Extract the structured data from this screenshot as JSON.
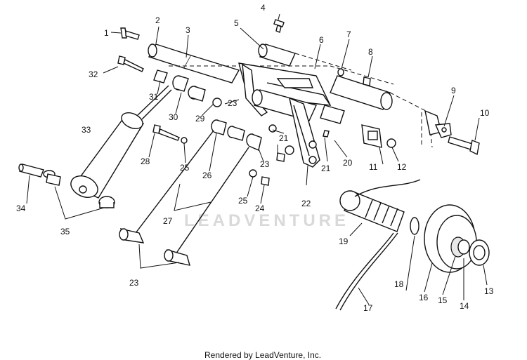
{
  "diagram": {
    "callouts": [
      "1",
      "2",
      "3",
      "4",
      "5",
      "6",
      "7",
      "8",
      "9",
      "10",
      "11",
      "12",
      "13",
      "14",
      "15",
      "16",
      "17",
      "18",
      "19",
      "20",
      "21",
      "21",
      "22",
      "23",
      "23",
      "23",
      "24",
      "25",
      "25",
      "26",
      "27",
      "28",
      "29",
      "30",
      "31",
      "32",
      "33",
      "34",
      "35"
    ],
    "watermark": "LEADVENTURE",
    "footer": "Rendered by LeadVenture, Inc."
  }
}
